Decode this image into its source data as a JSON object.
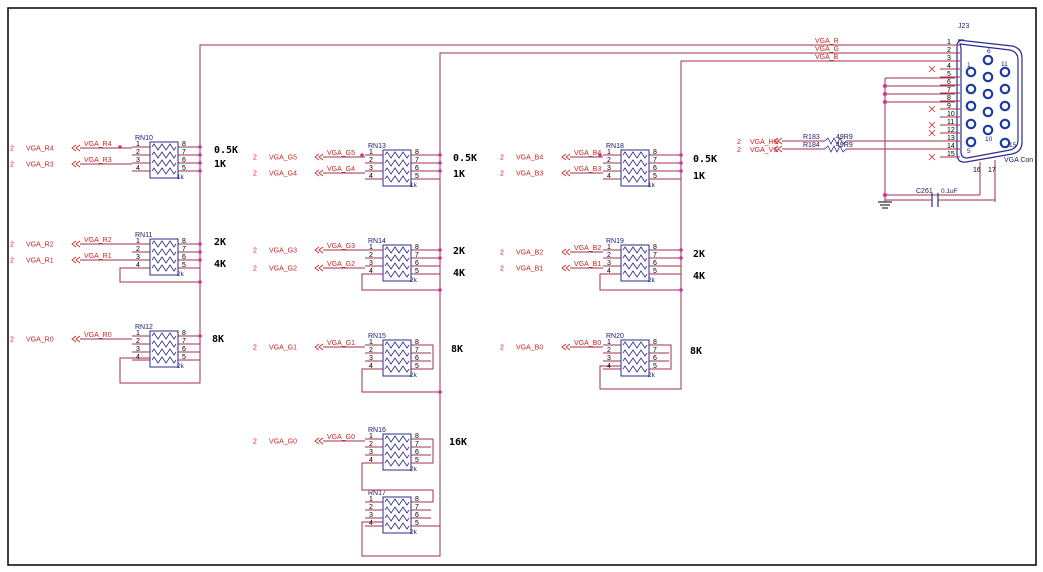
{
  "connector": {
    "ref": "J23",
    "name": "VGA Con",
    "pins_left": [
      "1",
      "2",
      "3",
      "4",
      "5",
      "6",
      "7",
      "8",
      "9",
      "10",
      "11",
      "12",
      "13",
      "14",
      "15"
    ],
    "pins_bottom": [
      "16",
      "17"
    ],
    "face_labels": [
      "1",
      "6",
      "11",
      "5",
      "10",
      "15"
    ],
    "nets": {
      "r": "VGA_R",
      "g": "VGA_G",
      "b": "VGA_B"
    }
  },
  "sync": {
    "hs": {
      "sheet": "2",
      "net": "VGA_HS",
      "res": "R183",
      "value": "49R9"
    },
    "vs": {
      "sheet": "2",
      "net": "VGA_VS",
      "res": "R184",
      "value": "49R9"
    }
  },
  "capacitor": {
    "ref": "C261",
    "value": "0.1uF"
  },
  "networks": [
    {
      "ref": "RN10",
      "val": "1k",
      "pins": [
        "1",
        "2",
        "3",
        "4",
        "8",
        "7",
        "6",
        "5"
      ]
    },
    {
      "ref": "RN11",
      "val": "2k",
      "pins": [
        "1",
        "2",
        "3",
        "4",
        "8",
        "7",
        "6",
        "5"
      ]
    },
    {
      "ref": "RN12",
      "val": "2k",
      "pins": [
        "1",
        "2",
        "3",
        "4",
        "8",
        "7",
        "6",
        "5"
      ]
    },
    {
      "ref": "RN13",
      "val": "1k",
      "pins": [
        "1",
        "2",
        "3",
        "4",
        "8",
        "7",
        "6",
        "5"
      ]
    },
    {
      "ref": "RN14",
      "val": "2k",
      "pins": [
        "1",
        "2",
        "3",
        "4",
        "8",
        "7",
        "6",
        "5"
      ]
    },
    {
      "ref": "RN15",
      "val": "2k",
      "pins": [
        "1",
        "2",
        "3",
        "4",
        "8",
        "7",
        "6",
        "5"
      ]
    },
    {
      "ref": "RN16",
      "val": "2k",
      "pins": [
        "1",
        "2",
        "3",
        "4",
        "8",
        "7",
        "6",
        "5"
      ]
    },
    {
      "ref": "RN17",
      "val": "2k",
      "pins": [
        "1",
        "2",
        "3",
        "4",
        "8",
        "7",
        "6",
        "5"
      ]
    },
    {
      "ref": "RN18",
      "val": "1k",
      "pins": [
        "1",
        "2",
        "3",
        "4",
        "8",
        "7",
        "6",
        "5"
      ]
    },
    {
      "ref": "RN19",
      "val": "2k",
      "pins": [
        "1",
        "2",
        "3",
        "4",
        "8",
        "7",
        "6",
        "5"
      ]
    },
    {
      "ref": "RN20",
      "val": "2k",
      "pins": [
        "1",
        "2",
        "3",
        "4",
        "8",
        "7",
        "6",
        "5"
      ]
    }
  ],
  "ports": [
    {
      "sheet": "2",
      "port": "VGA_R4",
      "net": "VGA_R4"
    },
    {
      "sheet": "2",
      "port": "VGA_R3",
      "net": "VGA_R3"
    },
    {
      "sheet": "2",
      "port": "VGA_R2",
      "net": "VGA_R2"
    },
    {
      "sheet": "2",
      "port": "VGA_R1",
      "net": "VGA_R1"
    },
    {
      "sheet": "2",
      "port": "VGA_R0",
      "net": "VGA_R0"
    },
    {
      "sheet": "2",
      "port": "VGA_G5",
      "net": "VGA_G5"
    },
    {
      "sheet": "2",
      "port": "VGA_G4",
      "net": "VGA_G4"
    },
    {
      "sheet": "2",
      "port": "VGA_G3",
      "net": "VGA_G3"
    },
    {
      "sheet": "2",
      "port": "VGA_G2",
      "net": "VGA_G2"
    },
    {
      "sheet": "2",
      "port": "VGA_G1",
      "net": "VGA_G1"
    },
    {
      "sheet": "2",
      "port": "VGA_G0",
      "net": "VGA_G0"
    },
    {
      "sheet": "2",
      "port": "VGA_B4",
      "net": "VGA_B4"
    },
    {
      "sheet": "2",
      "port": "VGA_B3",
      "net": "VGA_B3"
    },
    {
      "sheet": "2",
      "port": "VGA_B2",
      "net": "VGA_B2"
    },
    {
      "sheet": "2",
      "port": "VGA_B1",
      "net": "VGA_B1"
    },
    {
      "sheet": "2",
      "port": "VGA_B0",
      "net": "VGA_B0"
    }
  ],
  "annotations": [
    "0.5K",
    "1K",
    "2K",
    "4K",
    "8K",
    "0.5K",
    "1K",
    "2K",
    "4K",
    "8K",
    "16K",
    "0.5K",
    "1K",
    "2K",
    "4K",
    "8K"
  ]
}
